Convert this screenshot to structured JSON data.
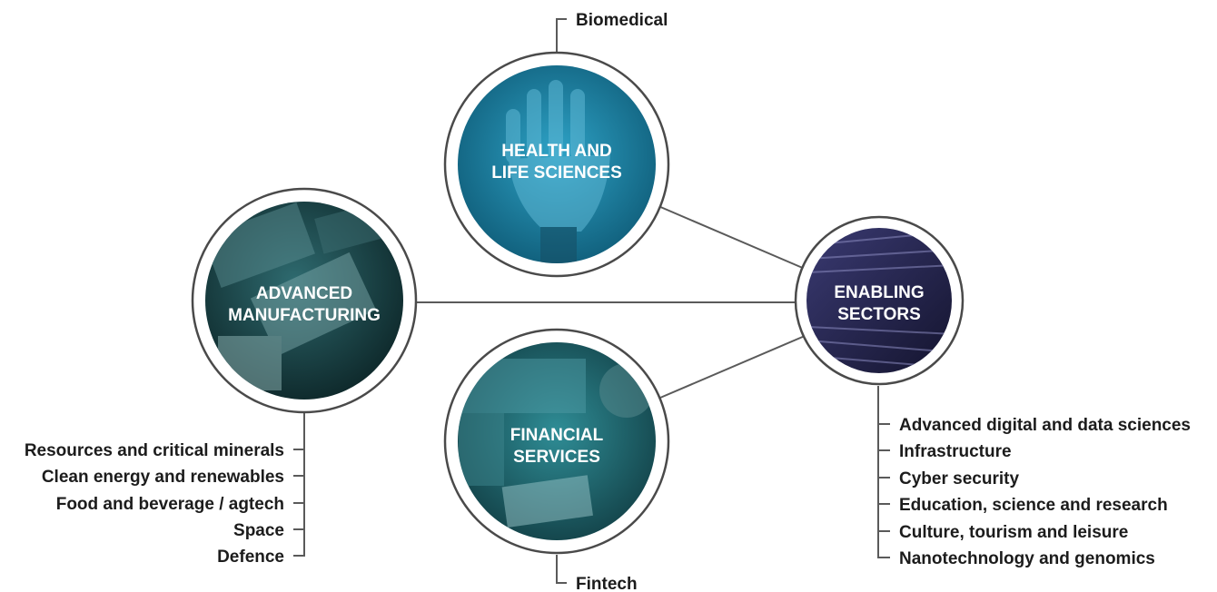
{
  "hubs": {
    "health": {
      "title_line1": "HEALTH AND",
      "title_line2": "LIFE SCIENCES",
      "sub_items": [
        "Biomedical"
      ]
    },
    "manufacturing": {
      "title_line1": "ADVANCED",
      "title_line2": "MANUFACTURING",
      "sub_items": [
        "Resources and critical minerals",
        "Clean energy and renewables",
        "Food and beverage / agtech",
        "Space",
        "Defence"
      ]
    },
    "financial": {
      "title_line1": "FINANCIAL",
      "title_line2": "SERVICES",
      "sub_items": [
        "Fintech"
      ]
    },
    "enabling": {
      "title_line1": "ENABLING",
      "title_line2": "SECTORS",
      "sub_items": [
        "Advanced digital and data sciences",
        "Infrastructure",
        "Cyber security",
        "Education, science and research",
        "Culture, tourism and leisure",
        "Nanotechnology and genomics"
      ]
    }
  },
  "colors": {
    "line": "#5a5a5a",
    "ring": "#4a4a4a",
    "health_fill": "#1f86a8",
    "manufacturing_fill": "#1f4d52",
    "financial_fill": "#216a73",
    "enabling_fill": "#25254a",
    "text": "#1c1c1c"
  }
}
